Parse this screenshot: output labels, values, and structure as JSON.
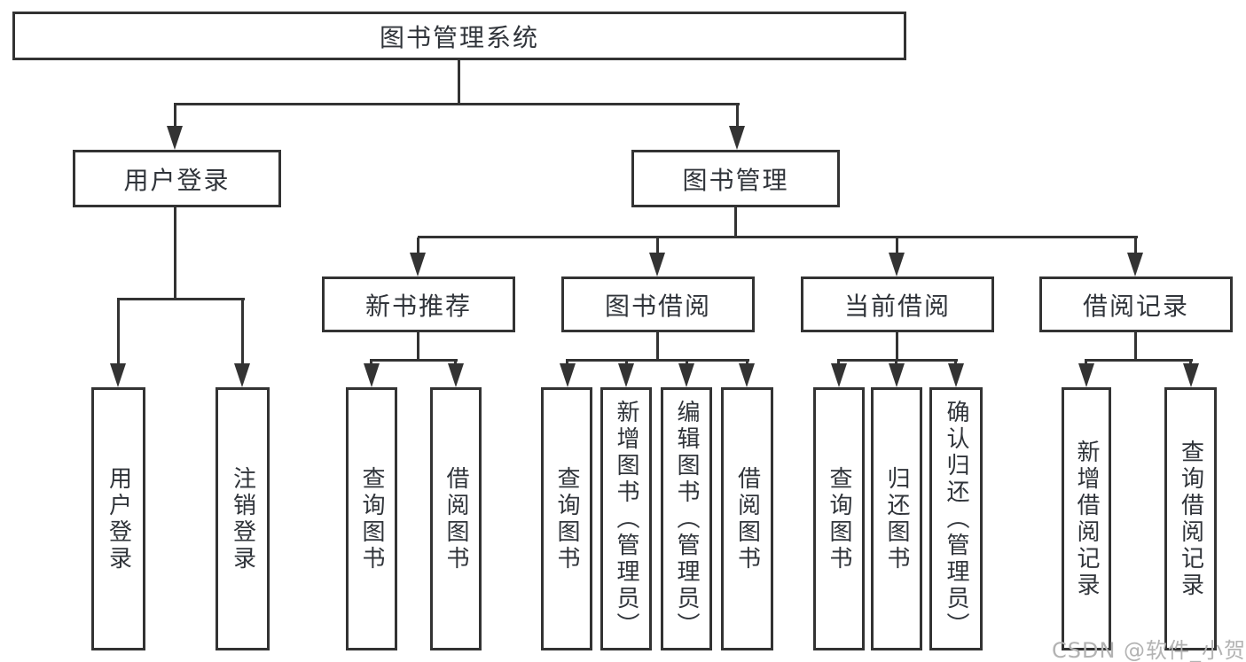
{
  "colors": {
    "line": "#333333",
    "text": "#30343a",
    "watermark": "#b3b3b3",
    "bg": "#ffffff"
  },
  "nodes": {
    "root": "图书管理系统",
    "user_login": "用户登录",
    "book_management": "图书管理",
    "new_book_recommend": "新书推荐",
    "book_borrowing": "图书借阅",
    "current_borrowing": "当前借阅",
    "borrowing_records": "借阅记录",
    "leaves": [
      "用户登录",
      "注销登录",
      "查询图书",
      "借阅图书",
      "查询图书",
      "新增图书（管理员）",
      "编辑图书（管理员）",
      "借阅图书",
      "查询图书",
      "归还图书",
      "确认归还（管理员）",
      "新增借阅记录",
      "查询借阅记录"
    ]
  },
  "watermark": "CSDN @软件_小贺同学"
}
